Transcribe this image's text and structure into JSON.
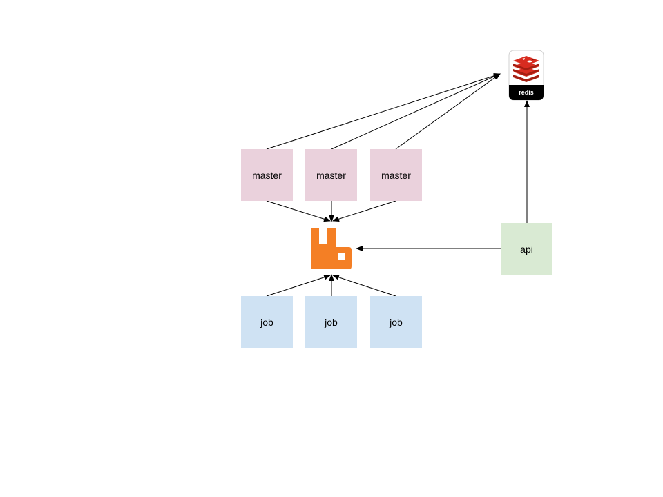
{
  "masters": [
    "master",
    "master",
    "master"
  ],
  "jobs": [
    "job",
    "job",
    "job"
  ],
  "api": "api",
  "redis_logo_text": "redis",
  "colors": {
    "master": "#ead1dc",
    "job": "#cfe2f3",
    "api": "#d9ead3",
    "rabbitmq": "#f47f25",
    "redis_red": "#d82c20",
    "redis_dark": "#a41e11"
  },
  "icons": {
    "queue": "rabbitmq-icon",
    "cache": "redis-icon"
  }
}
